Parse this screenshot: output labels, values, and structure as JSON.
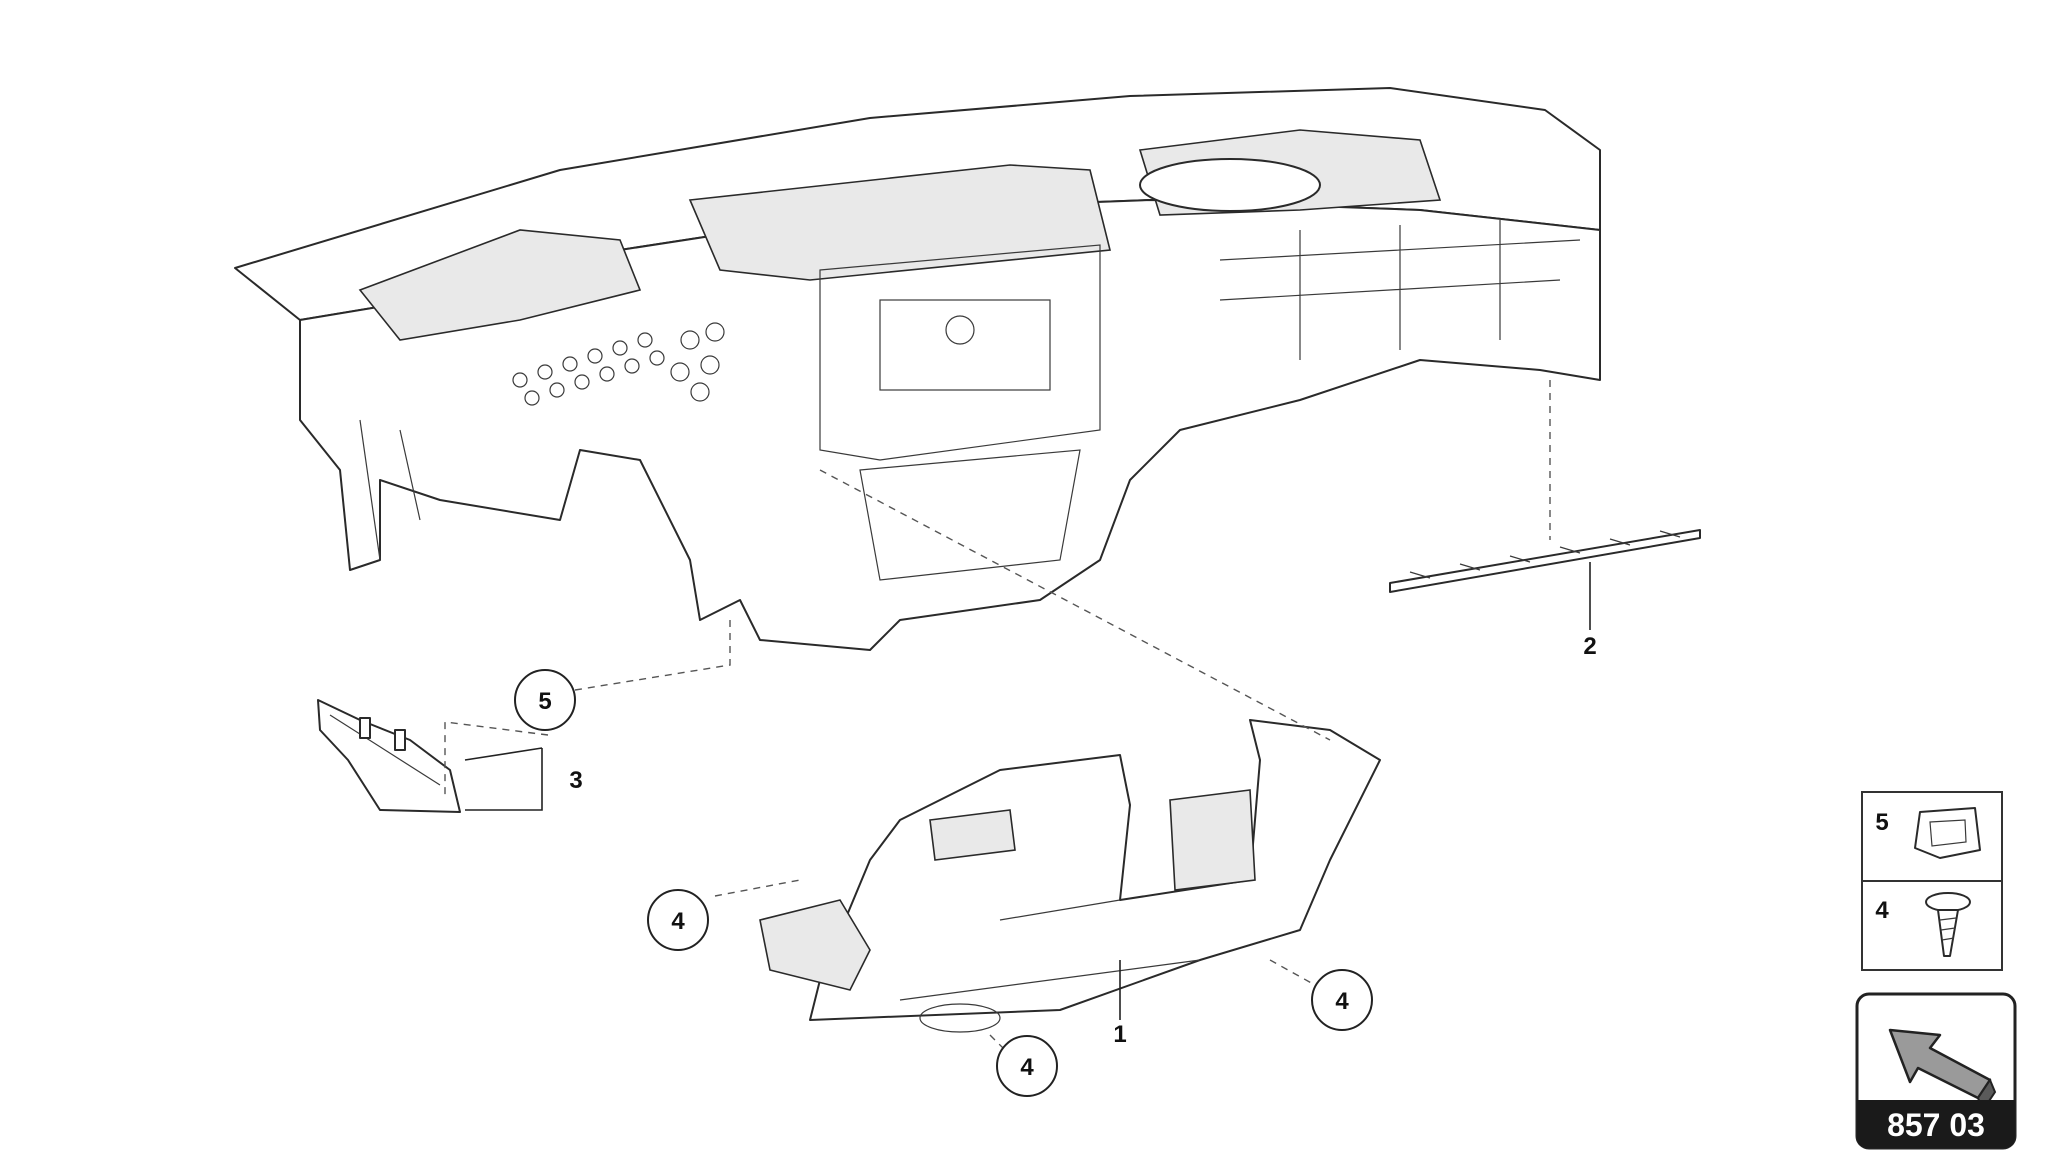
{
  "callouts": {
    "part_1": "1",
    "part_2": "2",
    "part_3": "3",
    "part_4_a": "4",
    "part_4_b": "4",
    "part_4_c": "4",
    "part_5": "5"
  },
  "legend": {
    "item_5": "5",
    "item_4": "4"
  },
  "nav": {
    "page_code": "857 03",
    "icon": "arrow-icon"
  }
}
